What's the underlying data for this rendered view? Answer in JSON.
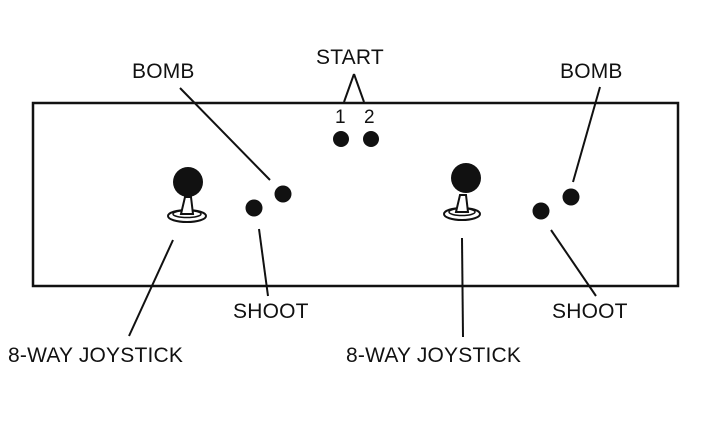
{
  "labels": {
    "start": "START",
    "start_p1": "1",
    "start_p2": "2",
    "bomb_left": "BOMB",
    "bomb_right": "BOMB",
    "shoot_left": "SHOOT",
    "shoot_right": "SHOOT",
    "joystick_left": "8-WAY JOYSTICK",
    "joystick_right": "8-WAY JOYSTICK"
  },
  "colors": {
    "ink": "#111111",
    "background": "#ffffff"
  },
  "icons": [
    "joystick-icon",
    "button-icon"
  ]
}
